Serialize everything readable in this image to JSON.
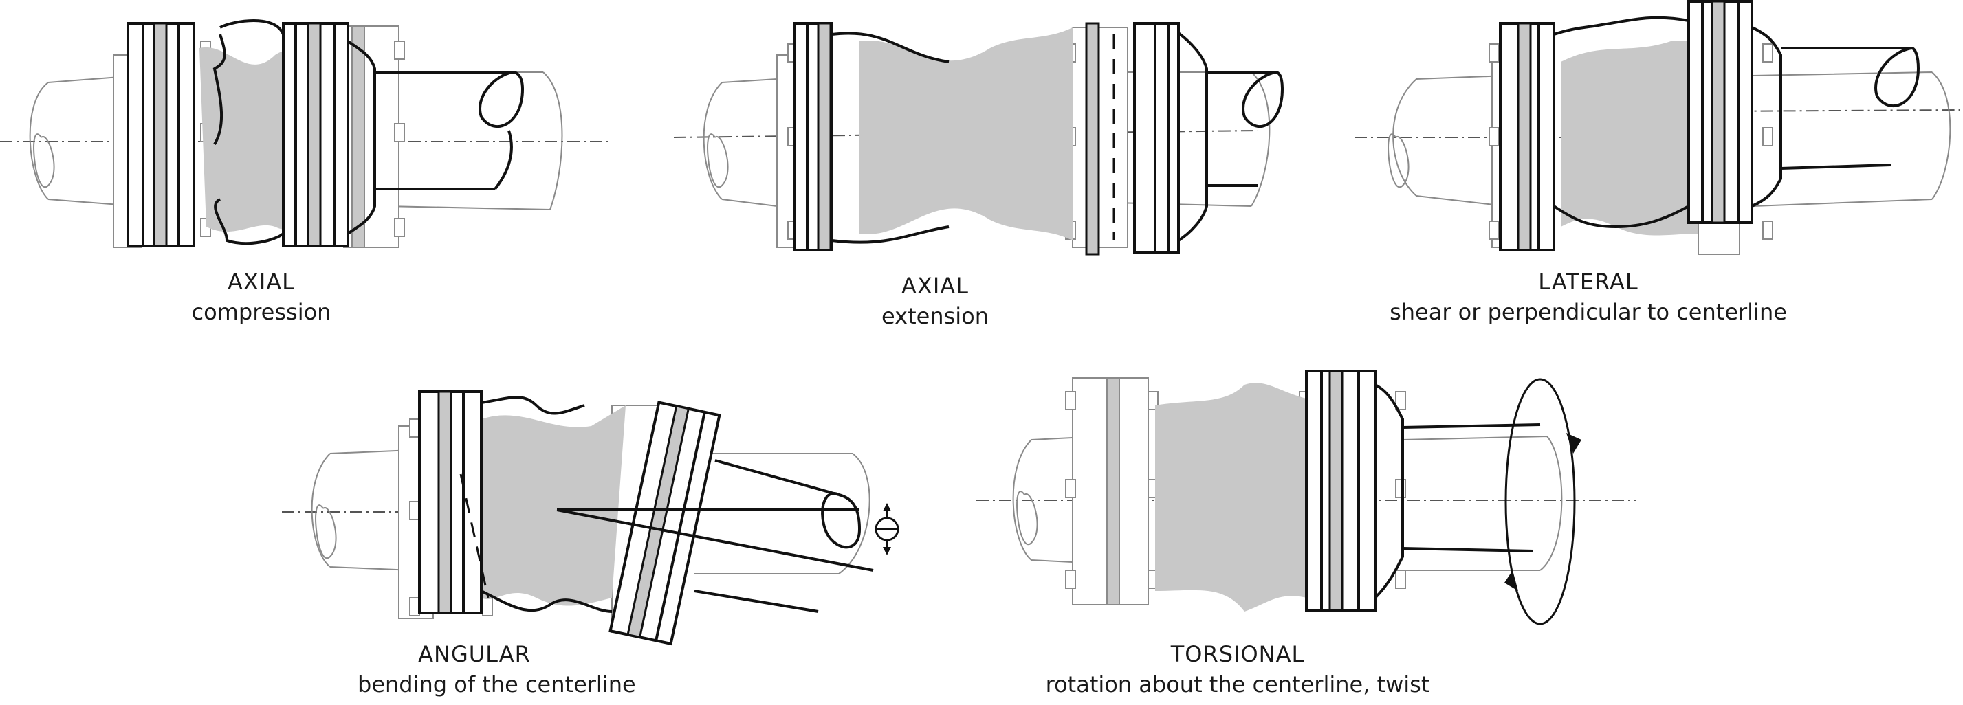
{
  "figures": [
    {
      "title": "AXIAL",
      "subtitle": "compression"
    },
    {
      "title": "AXIAL",
      "subtitle": "extension"
    },
    {
      "title": "LATERAL",
      "subtitle": "shear or perpendicular to centerline"
    },
    {
      "title": "ANGULAR",
      "subtitle": "bending of the centerline"
    },
    {
      "title": "TORSIONAL",
      "subtitle": "rotation about the centerline, twist"
    }
  ],
  "colors": {
    "line": "#111111",
    "ghost": "#8a8a8a",
    "shade": "#c8c8c8",
    "background": "#ffffff"
  },
  "icons": [
    "angle-indicator-icon",
    "rotation-arrow-icon"
  ]
}
